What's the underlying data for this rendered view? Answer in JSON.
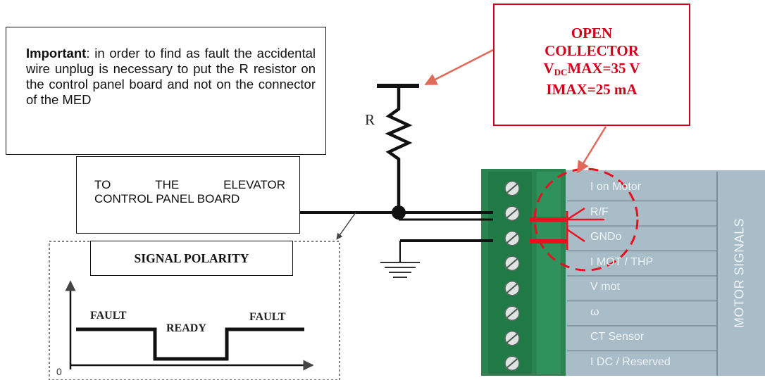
{
  "note": {
    "bold": "Important",
    "text": ": in order to find as fault the accidental wire unplug is necessary to put the R resistor on the control panel board and not on the connector of the MED"
  },
  "open_collector": {
    "line1": "OPEN",
    "line2": "COLLECTOR",
    "vdc_prefix": "V",
    "vdc_sub": "DC",
    "vdc_rest": "MAX=35 V",
    "imax": "IMAX=25 mA"
  },
  "resistor_label": "R",
  "destination": {
    "w1": "TO",
    "w2": "THE",
    "w3": "ELEVATOR",
    "line2": "CONTROL PANEL BOARD"
  },
  "polarity": {
    "title": "SIGNAL POLARITY",
    "origin": "0",
    "states": [
      "FAULT",
      "READY",
      "FAULT"
    ]
  },
  "connector": {
    "pins": [
      {
        "label": "I on Motor"
      },
      {
        "label": "R/F"
      },
      {
        "label": "GNDo"
      },
      {
        "label": "I MOT / THP"
      },
      {
        "label": "V mot"
      },
      {
        "label": "ω"
      },
      {
        "label": "CT Sensor"
      },
      {
        "label": "I DC / Reserved"
      }
    ],
    "side_label": "MOTOR SIGNALS"
  },
  "colors": {
    "accent_red": "#d0021b",
    "connector_green": "#1f7a45",
    "panel_blue": "#a9bdc8"
  }
}
